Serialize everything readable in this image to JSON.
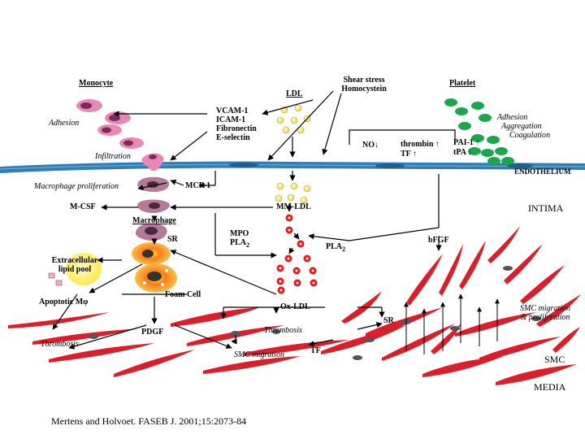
{
  "labels": {
    "monocyte": "Monocyte",
    "ldl": "LDL",
    "shear_stress": "Shear stress",
    "homocystein": "Homocystein",
    "platelet": "Platelet",
    "adhesion_left": "Adhesion",
    "vcam": "VCAM-1",
    "icam": "ICAM-1",
    "fibronectin": "Fibronectin",
    "eselectin": "E-selectin",
    "no": "NO",
    "thrombin": "thrombin",
    "tf_top": "TF",
    "pai": "PAI-1",
    "tpa": "tPA",
    "adhesion_right": "Adhesion",
    "aggregation": "Aggregation",
    "coagulation": "Coagulation",
    "infiltration": "Infiltration",
    "endothelium": "ENDOTHELIUM",
    "macrophage_prolif": "Macrophage  proliferation",
    "mcp1": "MCP-1",
    "mcsf": "M-CSF",
    "mmldl": "MM-LDL",
    "intima": "INTIMA",
    "macrophage": "Macrophage",
    "sr_top": "SR",
    "mpo": "MPO",
    "pla2_mid": "PLA",
    "pla2_right": "PLA",
    "subscript_2": "2",
    "bfgf": "bFGF",
    "extracellular": "Extracellular",
    "lipid_pool": "lipid pool",
    "apoptotic": "Apoptotic M",
    "phi": "φ",
    "foam_cell": "Foam Cell",
    "oxldl": "Ox-LDL",
    "sr_bottom": "SR",
    "smc_migration_right": "SMC migration",
    "proliferation_right": "& proliferation",
    "pdgf": "PDGF",
    "thrombosis_left": "Thrombosis",
    "thrombosis_mid": "Thrombosis",
    "tf_bottom": "TF",
    "smc_migration_mid": "SMC migration",
    "smc": "SMC",
    "media": "MEDIA",
    "citation": "Mertens and Holvoet. FASEB J. 2001;15:2073-84"
  },
  "arrows_glyph": {
    "up": "↑",
    "down": "↓"
  },
  "colors": {
    "monocyte": "#e889b5",
    "monocyte_nucleus": "#7a2c58",
    "ldl": "#f2ea6a",
    "platelet": "#1aa64a",
    "endothelium": "#2f7fb6",
    "oxldl": "#e41a1a",
    "macrophage": "#b37a9a",
    "foam_outer": "#f39a1a",
    "foam_inner": "#ff3b1a",
    "smc": "#d81f2a",
    "lipid_pool": "#fff47a"
  }
}
